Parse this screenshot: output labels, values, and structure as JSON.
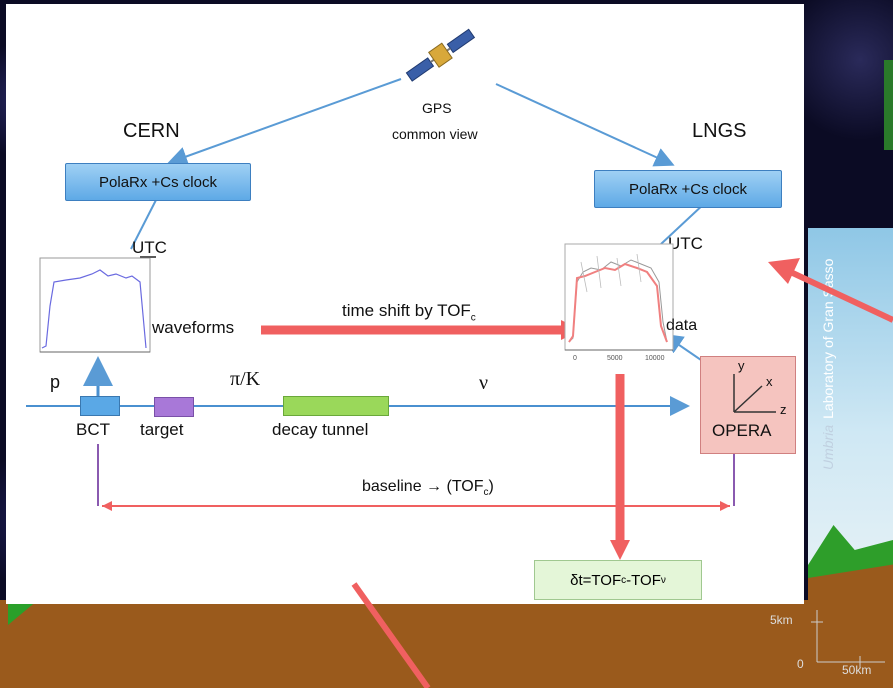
{
  "labels": {
    "gps": "GPS",
    "common_view": "common view",
    "cern": "CERN",
    "lngs": "LNGS",
    "polarx_left": "PolaRx +Cs clock",
    "polarx_right": "PolaRx +Cs clock",
    "utc_left": "UTC",
    "utc_right": "UTC",
    "waveforms": "waveforms",
    "time_shift": "time shift by TOF",
    "time_shift_sub": "c",
    "data": "data",
    "p": "p",
    "pi_k": "π/K",
    "nu": "ν",
    "bct": "BCT",
    "target": "target",
    "decay_tunnel": "decay tunnel",
    "opera": "OPERA",
    "axis_x": "x",
    "axis_y": "y",
    "axis_z": "z",
    "baseline": "baseline → (TOF",
    "baseline_sub": "c",
    "baseline_end": ")",
    "result_prefix": "δt=TOF",
    "result_sub1": "c",
    "result_mid": "-TOF",
    "result_sub2": "ν",
    "plot_right_tick0": "0",
    "plot_right_tick1": "5000",
    "plot_right_tick2": "10000"
  },
  "background": {
    "lab_name_italic": "Umbria",
    "lab_name": "Laboratory of Gran Sasso",
    "scale_5km": "5km",
    "scale_0": "0",
    "scale_50km": "50km"
  },
  "colors": {
    "red_arrow": "#f06060",
    "blue_arrow": "#5a9bd5",
    "beam_line": "#4a90d0",
    "box_blue": "#5ea9e6",
    "target_purple": "#9a6ac8",
    "tunnel_green": "#8fd44a",
    "opera_pink": "#f5c4bf",
    "result_green": "#e4f6d8"
  },
  "icons": [
    "satellite-icon",
    "axes-icon"
  ]
}
